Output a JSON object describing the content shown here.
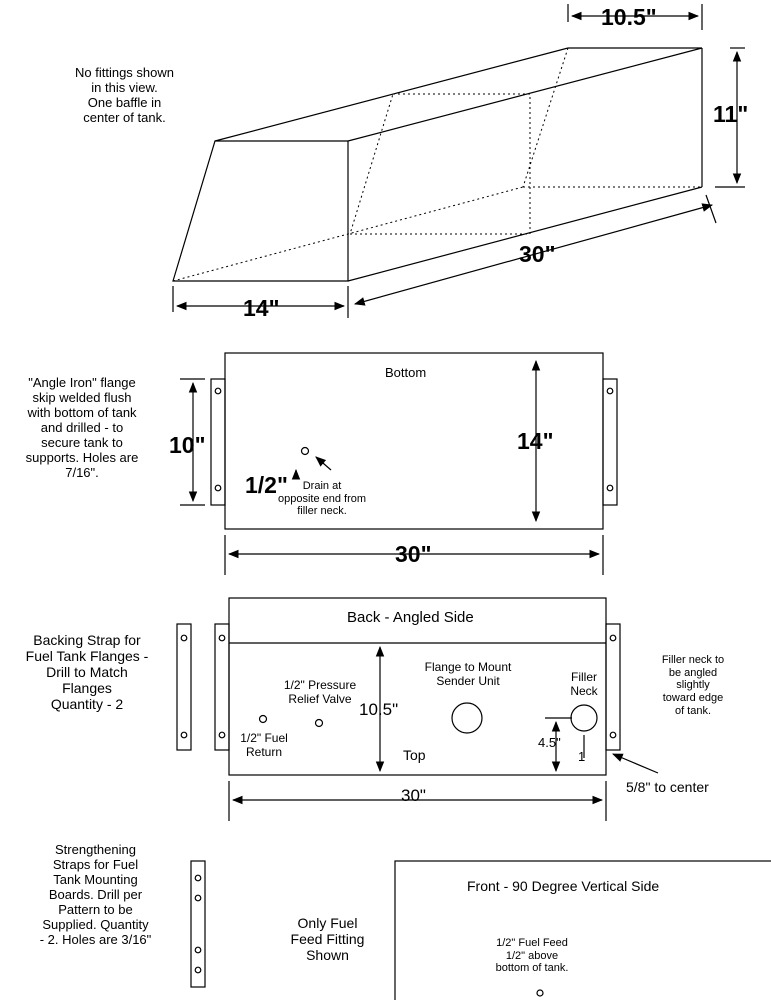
{
  "iso": {
    "note": [
      "No fittings shown",
      "in this view.",
      "One baffle in",
      "center of tank."
    ],
    "dim_width": "10.5\"",
    "dim_height": "11\"",
    "dim_length": "30\"",
    "dim_depth": "14\""
  },
  "bottom": {
    "title": "Bottom",
    "flange_note": [
      "\"Angle Iron\" flange",
      "skip welded flush",
      "with bottom of tank",
      "and drilled - to",
      "secure tank to",
      "supports.  Holes are",
      "7/16\"."
    ],
    "dim_flange": "10\"",
    "dim_width": "14\"",
    "dim_length": "30\"",
    "drain_size": "1/2\"",
    "drain_note": [
      "Drain at",
      "opposite end from",
      "filler neck."
    ]
  },
  "back": {
    "title": "Back - Angled Side",
    "top_label": "Top",
    "dim_height": "10.5\"",
    "dim_length": "30\"",
    "pressure_valve": [
      "1/2\" Pressure",
      "Relief Valve"
    ],
    "fuel_return": [
      "1/2\" Fuel",
      "Return"
    ],
    "sender": [
      "Flange to Mount",
      "Sender Unit"
    ],
    "filler": [
      "Filler",
      "Neck"
    ],
    "dim_filler_y": "4.5\"",
    "dim_filler_x": "1",
    "to_center": "5/8\" to center",
    "filler_angle_note": [
      "Filler neck to",
      "be angled",
      "slightly",
      "toward edge",
      "of tank."
    ],
    "backing_note": [
      "Backing Strap for",
      "Fuel Tank Flanges -",
      "Drill to Match",
      "Flanges",
      "Quantity - 2"
    ]
  },
  "front": {
    "title": "Front - 90 Degree Vertical Side",
    "feed": [
      "1/2\" Fuel Feed",
      "1/2\" above",
      "bottom of tank."
    ],
    "only_fuel": [
      "Only Fuel",
      "Feed Fitting",
      "Shown"
    ],
    "strengthening_note": [
      "Strengthening",
      "Straps for Fuel",
      "Tank Mounting",
      "Boards.  Drill per",
      "Pattern to be",
      "Supplied.  Quantity",
      "- 2.  Holes are 3/16\""
    ]
  }
}
